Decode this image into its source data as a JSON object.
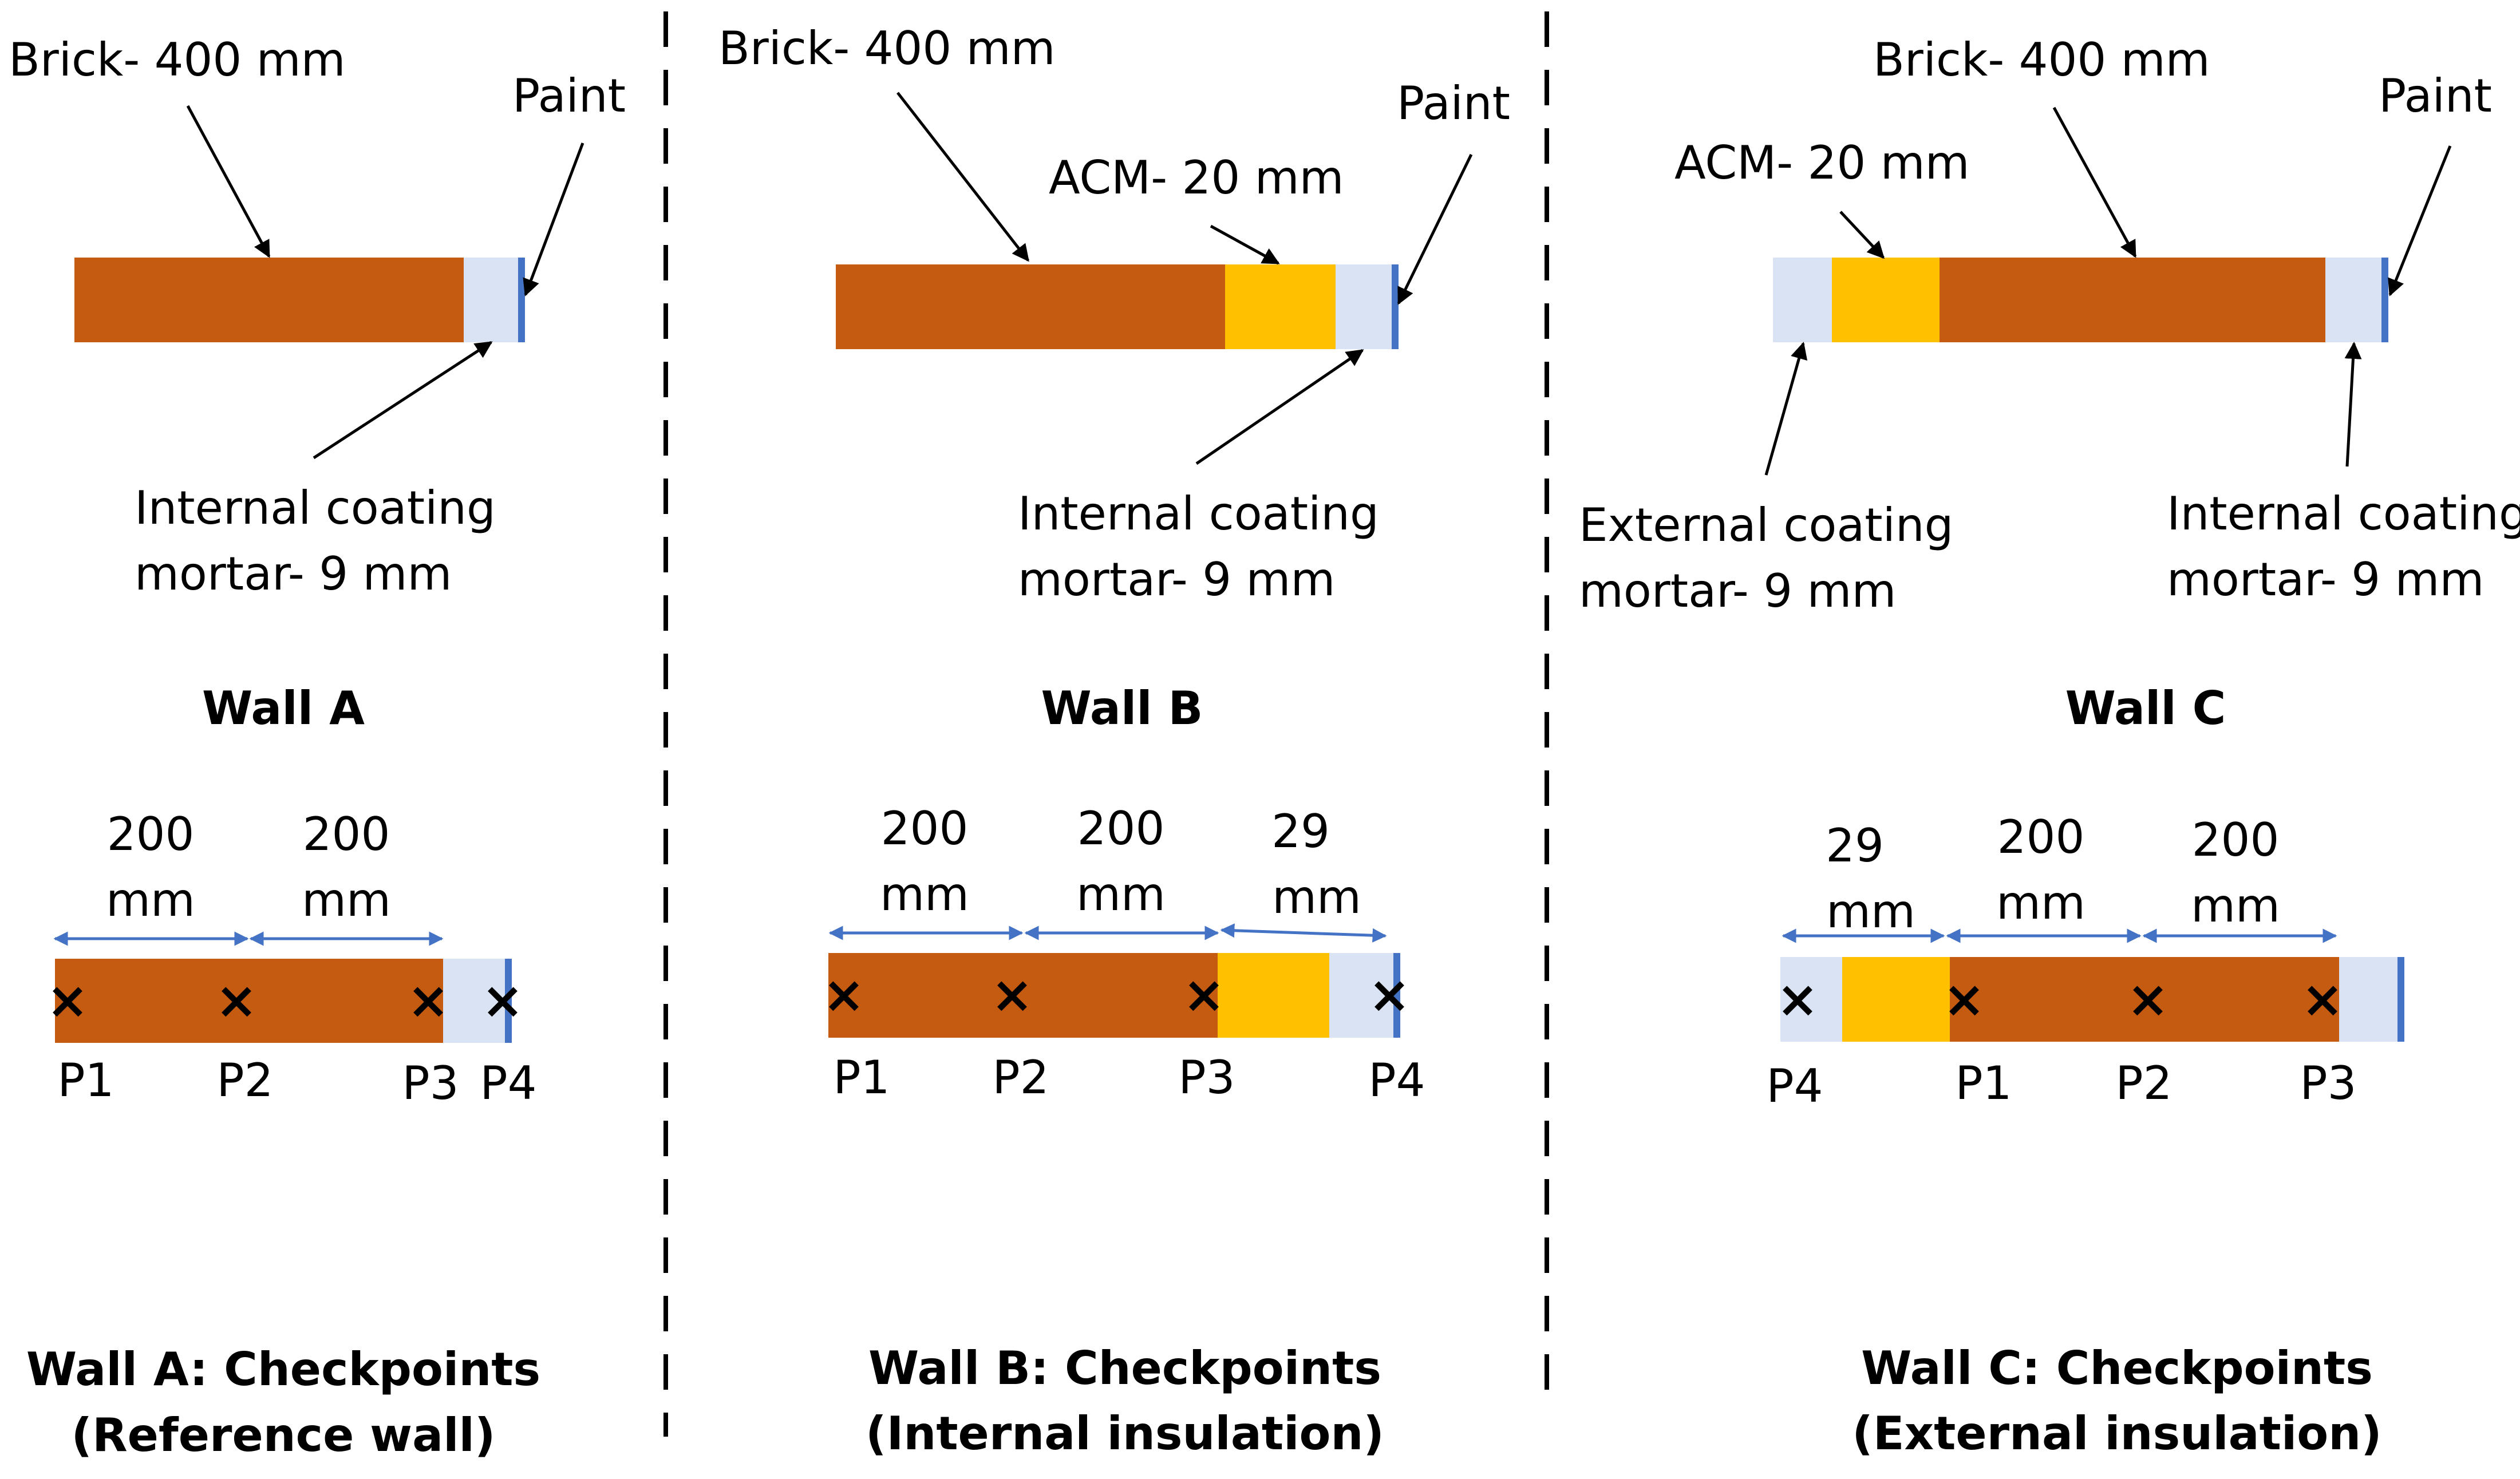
{
  "colors": {
    "brick": "#C55A11",
    "acm": "#FFC000",
    "mortar": "#DAE3F3",
    "paint": "#4472C4",
    "dimension_arrow": "#4472C4",
    "separator": "#000000"
  },
  "wall_a": {
    "brick_label": "Brick- 400 mm",
    "paint_label": "Paint",
    "internal_coating_line1": "Internal coating",
    "internal_coating_line2": "mortar- 9 mm",
    "title": "Wall A",
    "dim1_value": "200",
    "dim1_unit": "mm",
    "dim2_value": "200",
    "dim2_unit": "mm",
    "points": [
      "P1",
      "P2",
      "P3",
      "P4"
    ],
    "caption_line1": "Wall A: Checkpoints",
    "caption_line2": "(Reference wall)"
  },
  "wall_b": {
    "brick_label": "Brick- 400 mm",
    "acm_label": "ACM- 20 mm",
    "paint_label": "Paint",
    "internal_coating_line1": "Internal coating",
    "internal_coating_line2": "mortar- 9 mm",
    "title": "Wall B",
    "dim1_value": "200",
    "dim1_unit": "mm",
    "dim2_value": "200",
    "dim2_unit": "mm",
    "dim3_value": "29",
    "dim3_unit": "mm",
    "points": [
      "P1",
      "P2",
      "P3",
      "P4"
    ],
    "caption_line1": "Wall B: Checkpoints",
    "caption_line2": "(Internal insulation)"
  },
  "wall_c": {
    "brick_label": "Brick- 400 mm",
    "acm_label": "ACM- 20 mm",
    "paint_label": "Paint",
    "external_coating_line1": "External coating",
    "external_coating_line2": "mortar- 9 mm",
    "internal_coating_line1": "Internal coating",
    "internal_coating_line2": "mortar- 9 mm",
    "title": "Wall C",
    "dim1_value": "29",
    "dim1_unit": "mm",
    "dim2_value": "200",
    "dim2_unit": "mm",
    "dim3_value": "200",
    "dim3_unit": "mm",
    "points": [
      "P4",
      "P1",
      "P2",
      "P3"
    ],
    "caption_line1": "Wall C: Checkpoints",
    "caption_line2": "(External insulation)"
  },
  "checkpoint_marker": "×"
}
